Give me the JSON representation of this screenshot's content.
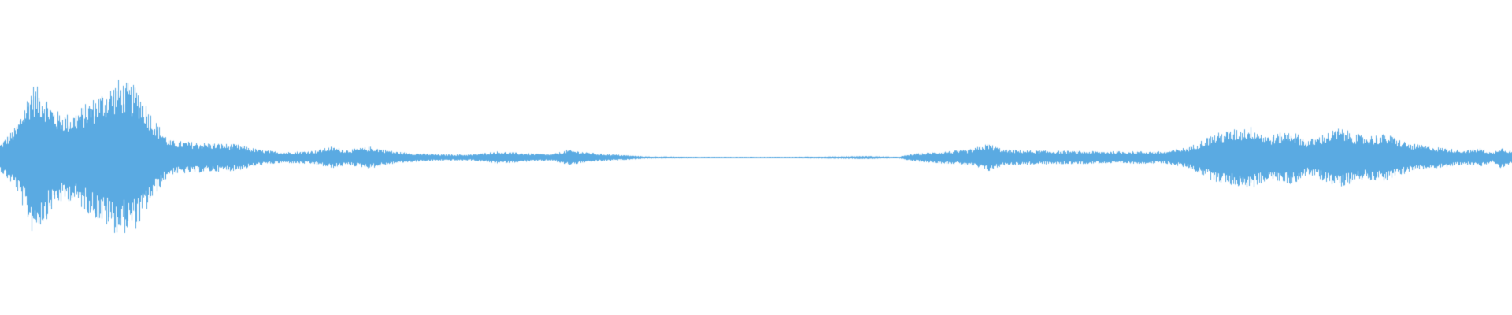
{
  "waveform": {
    "color": "#5aaae2",
    "background": "#ffffff",
    "envelope": {
      "stops": [
        0.0,
        0.05,
        0.1,
        0.2,
        0.3,
        0.35,
        0.42,
        0.5,
        0.6,
        0.7,
        0.76,
        0.8,
        0.85,
        0.9,
        0.95,
        1.0
      ],
      "amplitude": [
        0.95,
        0.45,
        0.3,
        0.25,
        0.1,
        0.12,
        0.0,
        0.0,
        0.02,
        0.12,
        0.15,
        0.2,
        0.25,
        0.22,
        0.15,
        0.1
      ]
    }
  }
}
